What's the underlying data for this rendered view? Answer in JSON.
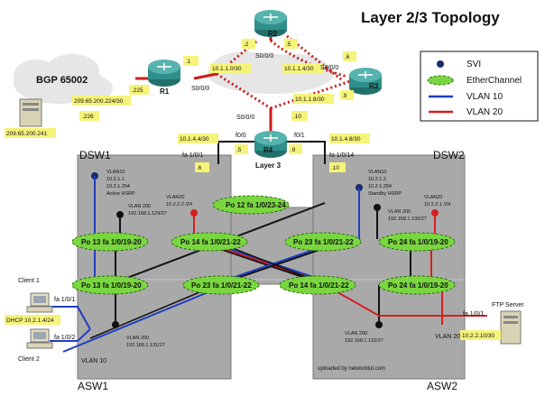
{
  "title": "Layer 2/3 Topology",
  "colors": {
    "vlan10": "#1f3fbf",
    "vlan20": "#d42020",
    "link_red": "#cc1b1b",
    "eth": "#79d63f",
    "highlight": "#f6f37a",
    "switch_box": "#a9a9a9",
    "router": "#2f8f8a"
  },
  "bgp": {
    "label": "BGP 65002",
    "server_ip": "209.65.200.241",
    "net": "209.65.200.224/30",
    "ip_225": ".225",
    "ip_226": ".226"
  },
  "routers": {
    "r1": "R1",
    "r2": "R2",
    "r3": "R3",
    "r4": "R4",
    "r4_caption": "Layer 3"
  },
  "r1_links": {
    "s000": "S0/0/0",
    "ip1": ".1"
  },
  "r2_links": {
    "s000": "S0/0/0",
    "ip2": ".2",
    "ip5": ".5"
  },
  "r3_links": {
    "s000": "S0/0/0",
    "ip6": ".6",
    "ip9": ".9"
  },
  "r4_links": {
    "s000": "S0/0/0",
    "ip10": ".10",
    "f00": "f0/0",
    "f01": "f0/1",
    "ip5": ".5",
    "ip9": ".9"
  },
  "nets": {
    "r1r2": "10.1.1.0/30",
    "r2r3": "10.1.1.4/30",
    "r3r4": "10.1.1.8/30",
    "r4dsw1": "10.1.4.4/30",
    "r4dsw2": "10.1.4.8/30"
  },
  "dsw1": {
    "name": "DSW1",
    "port": "fa 1/0/1",
    "ip": ".6",
    "vlan10": [
      "VLAN10",
      "10.2.1.1",
      "10.2.1.254",
      "Active HSRP"
    ],
    "vlan20": [
      "VLAN20",
      "10.2.2.2 /24"
    ],
    "vlan200": [
      "VLAN 200",
      "192.168.1.129/27"
    ]
  },
  "dsw2": {
    "name": "DSW2",
    "port": "fa 1/0/14",
    "ip": ".10",
    "vlan10": [
      "VLAN10",
      "10.2.1.2",
      "10.2.1.254",
      "Standby HSRP"
    ],
    "vlan20": [
      "VLAN20",
      "10.2.2.1 /24"
    ],
    "vlan200": [
      "VLAN 200",
      "192.168.1.130/27"
    ]
  },
  "asw1": {
    "name": "ASW1",
    "vlan200": [
      "VLAN 200",
      "192.168.1.131/27"
    ],
    "vlan10": "VLAN 10"
  },
  "asw2": {
    "name": "ASW2",
    "vlan200": [
      "VLAN 200",
      "192.168.1.132/27"
    ],
    "vlan20": "VLAN 20",
    "credit": "uploaded by networktut.com"
  },
  "etherchannels": {
    "po12": "Po 12  fa 1/0/23-24",
    "po13_top": "Po 13  fa 1/0/19-20",
    "po14_top": "Po 14  fa 1/0/21-22",
    "po23_top": "Po 23  fa 1/0/21-22",
    "po24_top": "Po 24  fa 1/0/19-20",
    "po13_bot": "Po 13  fa 1/0/19-20",
    "po23_bot": "Po 23  fa 1/0/21-22",
    "po14_bot": "Po 14  fa 1/0/21-22",
    "po24_bot": "Po 24  fa 1/0/19-20"
  },
  "clients": {
    "client1": "Client 1",
    "client2": "Client 2",
    "fa1": "fa 1/0/1",
    "fa2": "fa 1/0/2",
    "dhcp": "DHCP 10.2.1.4/24"
  },
  "ftp": {
    "name": "FTP Server",
    "port": "fa 1/0/1",
    "ip": "10.2.2.10/30"
  },
  "legend": {
    "svi": "SVI",
    "etherchannel": "EtherChannel",
    "vlan10": "VLAN 10",
    "vlan20": "VLAN  20"
  }
}
